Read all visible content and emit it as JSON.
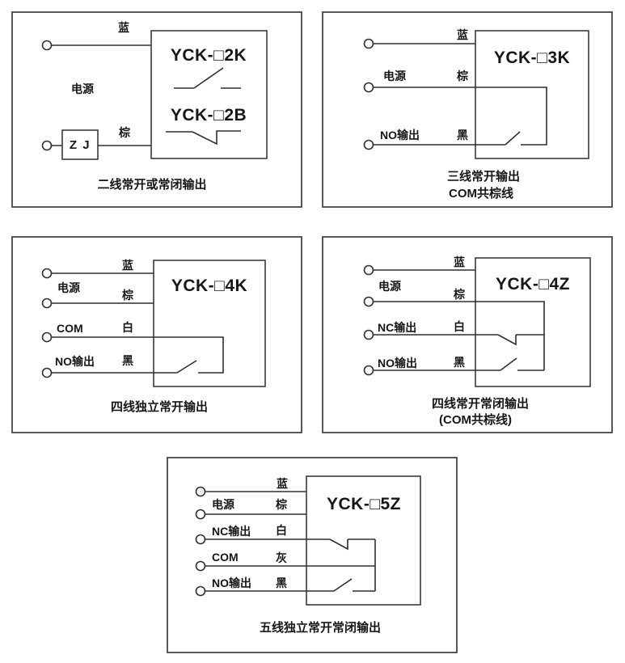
{
  "colors": {
    "line": "#2f2f2f",
    "text": "#161616",
    "background": "#ffffff"
  },
  "panels": [
    {
      "name": "two-wire-output",
      "model_no": "YCK-□2K",
      "model_nc": "YCK-□2B",
      "power_label": "电源",
      "relay_label": "Z J",
      "wires": {
        "blue": "蓝",
        "brown": "棕"
      },
      "caption": [
        "二线常开或常闭输出"
      ]
    },
    {
      "name": "three-wire-no-output",
      "model": "YCK-□3K",
      "power_label": "电源",
      "no_label": "NO输出",
      "wires": {
        "blue": "蓝",
        "brown": "棕",
        "black": "黑"
      },
      "caption": [
        "三线常开输出",
        "COM共棕线"
      ]
    },
    {
      "name": "four-wire-independent-no-output",
      "model": "YCK-□4K",
      "power_label": "电源",
      "com_label": "COM",
      "no_label": "NO输出",
      "wires": {
        "blue": "蓝",
        "brown": "棕",
        "white": "白",
        "black": "黑"
      },
      "caption": [
        "四线独立常开输出"
      ]
    },
    {
      "name": "four-wire-no-nc-output",
      "model": "YCK-□4Z",
      "power_label": "电源",
      "nc_label": "NC输出",
      "no_label": "NO输出",
      "wires": {
        "blue": "蓝",
        "brown": "棕",
        "white": "白",
        "black": "黑"
      },
      "caption": [
        "四线常开常闭输出",
        "(COM共棕线)"
      ]
    },
    {
      "name": "five-wire-independent-no-nc-output",
      "model": "YCK-□5Z",
      "power_label": "电源",
      "nc_label": "NC输出",
      "com_label": "COM",
      "no_label": "NO输出",
      "wires": {
        "blue": "蓝",
        "brown": "棕",
        "white": "白",
        "gray": "灰",
        "black": "黑"
      },
      "caption": [
        "五线独立常开常闭输出"
      ]
    }
  ]
}
